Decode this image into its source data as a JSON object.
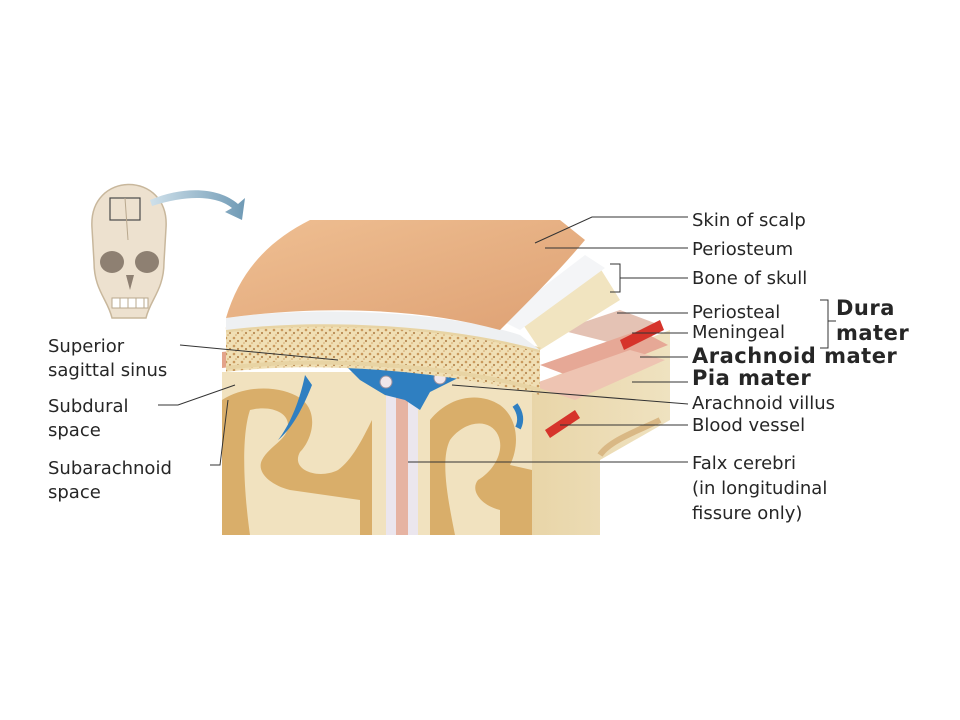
{
  "labels": {
    "skin_of_scalp": "Skin of scalp",
    "periosteum": "Periosteum",
    "bone_of_skull": "Bone of skull",
    "periosteal": "Periosteal",
    "meningeal": "Meningeal",
    "dura_mater_line1": "Dura",
    "dura_mater_line2": "mater",
    "arachnoid_mater": "Arachnoid mater",
    "pia_mater": "Pia mater",
    "arachnoid_villus": "Arachnoid villus",
    "blood_vessel": "Blood vessel",
    "falx_cerebri_line1": "Falx cerebri",
    "falx_cerebri_line2": "(in longitudinal",
    "falx_cerebri_line3": "fissure only)",
    "superior_sagittal_sinus_line1": "Superior",
    "superior_sagittal_sinus_line2": "sagittal sinus",
    "subdural_space_line1": "Subdural",
    "subdural_space_line2": "space",
    "subarachnoid_space_line1": "Subarachnoid",
    "subarachnoid_space_line2": "space"
  },
  "colors": {
    "scalp": "#e8b07e",
    "periosteum": "#eef0f2",
    "bone": "#eddcb0",
    "bone_spongy": "#d2a66a",
    "dura": "#e7a38a",
    "arachnoid": "#e9b7a6",
    "venous_sinus": "#2f7fc1",
    "artery": "#d6342b",
    "brain_gray": "#d9ae6a",
    "brain_white": "#f3e5c3",
    "leader_line": "#333333",
    "arrow": "#8fb3c8"
  }
}
